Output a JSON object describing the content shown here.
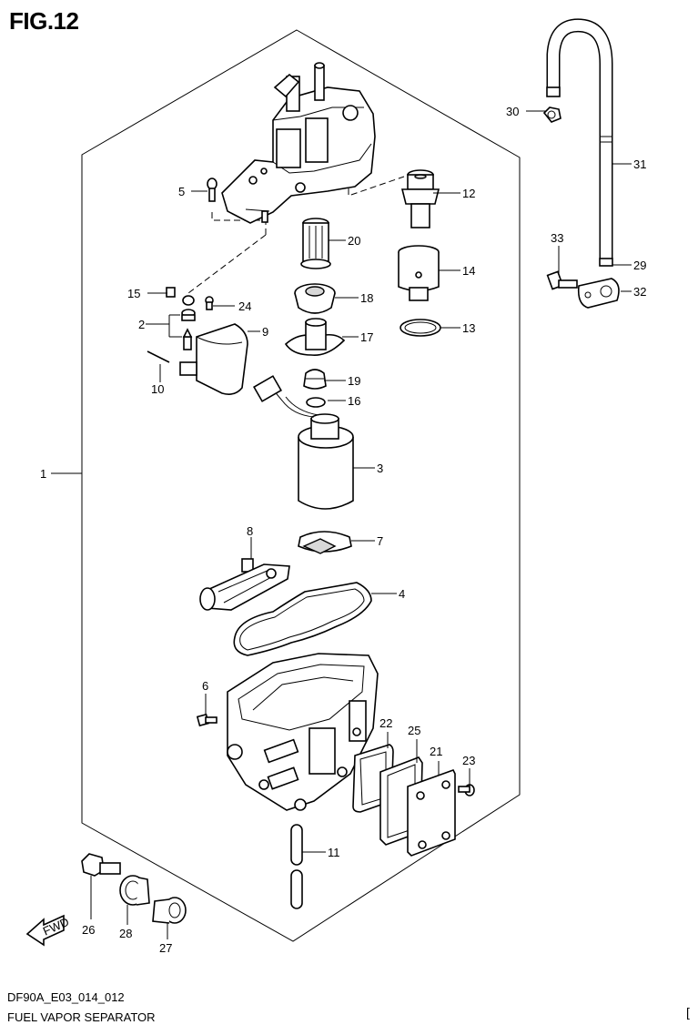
{
  "figure_title": "FIG.12",
  "footer": {
    "code": "DF90A_E03_014_012",
    "name": "FUEL VAPOR SEPARATOR",
    "bracket": "["
  },
  "callouts": [
    {
      "id": "1",
      "text": "1"
    },
    {
      "id": "2",
      "text": "2"
    },
    {
      "id": "3",
      "text": "3"
    },
    {
      "id": "4",
      "text": "4"
    },
    {
      "id": "5",
      "text": "5"
    },
    {
      "id": "6",
      "text": "6"
    },
    {
      "id": "7",
      "text": "7"
    },
    {
      "id": "8",
      "text": "8"
    },
    {
      "id": "9",
      "text": "9"
    },
    {
      "id": "10",
      "text": "10"
    },
    {
      "id": "11",
      "text": "11"
    },
    {
      "id": "12",
      "text": "12"
    },
    {
      "id": "13",
      "text": "13"
    },
    {
      "id": "14",
      "text": "14"
    },
    {
      "id": "15",
      "text": "15"
    },
    {
      "id": "16",
      "text": "16"
    },
    {
      "id": "17",
      "text": "17"
    },
    {
      "id": "18",
      "text": "18"
    },
    {
      "id": "19",
      "text": "19"
    },
    {
      "id": "20",
      "text": "20"
    },
    {
      "id": "21",
      "text": "21"
    },
    {
      "id": "22",
      "text": "22"
    },
    {
      "id": "23",
      "text": "23"
    },
    {
      "id": "24",
      "text": "24"
    },
    {
      "id": "25",
      "text": "25"
    },
    {
      "id": "26",
      "text": "26"
    },
    {
      "id": "27",
      "text": "27"
    },
    {
      "id": "28",
      "text": "28"
    },
    {
      "id": "29",
      "text": "29"
    },
    {
      "id": "30",
      "text": "30"
    },
    {
      "id": "31",
      "text": "31"
    },
    {
      "id": "32",
      "text": "32"
    },
    {
      "id": "33",
      "text": "33"
    }
  ],
  "fwd_arrow_label": "FWD"
}
